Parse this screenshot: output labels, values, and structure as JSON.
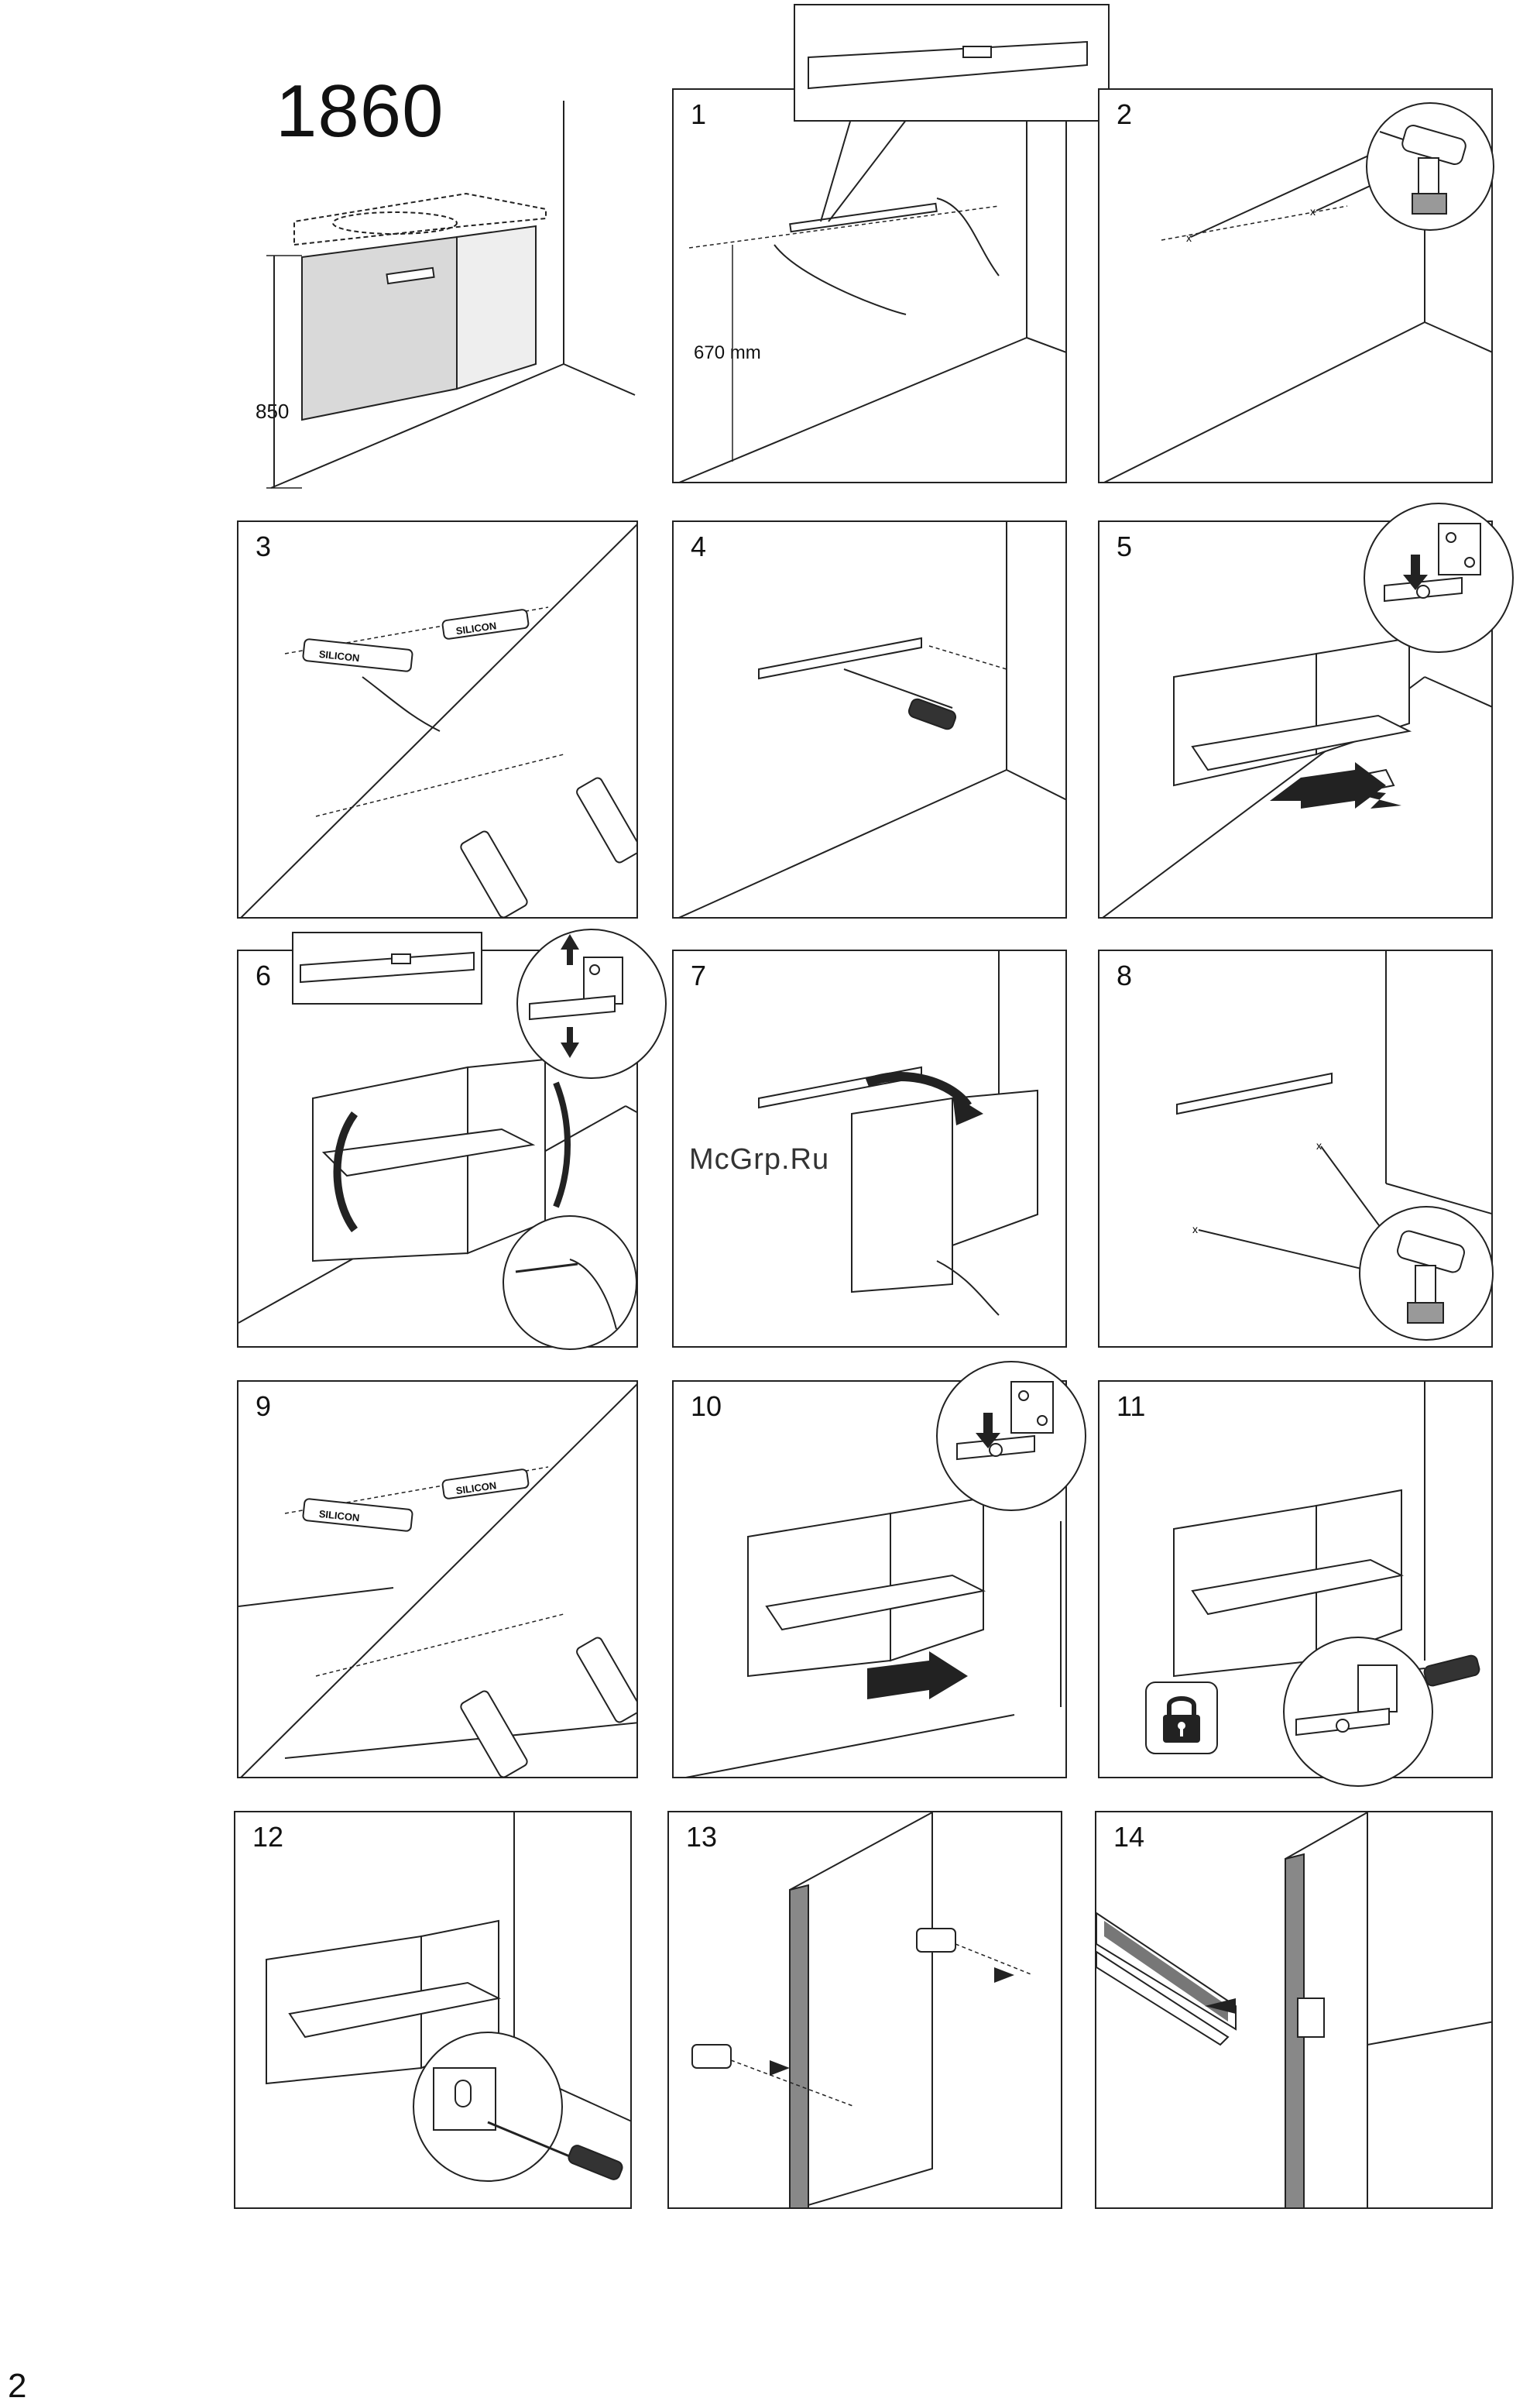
{
  "header": {
    "model": "1860",
    "height_label": "850"
  },
  "dimensions": {
    "mount_height": "670 mm"
  },
  "silicon_label": "SILICON",
  "watermark": "McGrp.Ru",
  "page_number": "2",
  "steps": [
    {
      "n": "1"
    },
    {
      "n": "2"
    },
    {
      "n": "3"
    },
    {
      "n": "4"
    },
    {
      "n": "5"
    },
    {
      "n": "6"
    },
    {
      "n": "7"
    },
    {
      "n": "8"
    },
    {
      "n": "9"
    },
    {
      "n": "10"
    },
    {
      "n": "11"
    },
    {
      "n": "12"
    },
    {
      "n": "13"
    },
    {
      "n": "14"
    }
  ],
  "colors": {
    "line": "#222222",
    "panel_gray": "#d9d9d9",
    "dark_gray": "#555555"
  },
  "icons": [
    "drill-icon",
    "screwdriver-icon",
    "silicon-tube-icon",
    "padlock-icon",
    "level-icon",
    "bracket-icon",
    "arrow-icon"
  ]
}
